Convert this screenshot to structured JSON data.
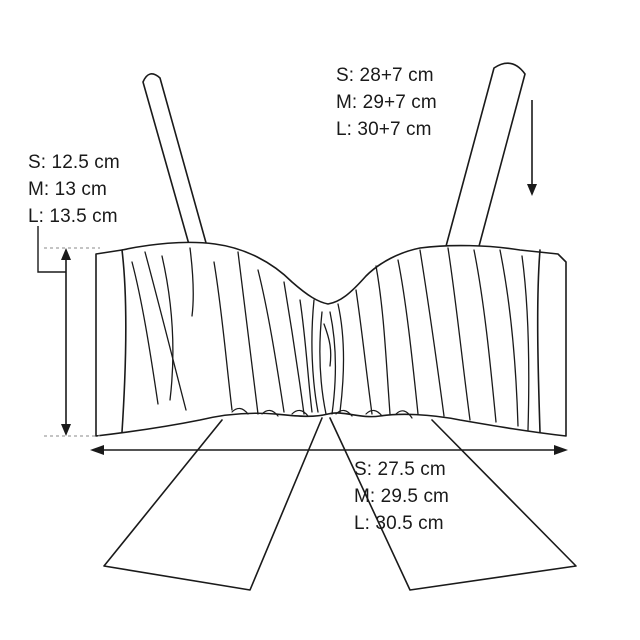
{
  "colors": {
    "line": "#1a1a1a",
    "guide": "#8a8a8a",
    "background": "#ffffff"
  },
  "measurements": {
    "strap_length": {
      "S": "S: 28+7 cm",
      "M": "M: 29+7 cm",
      "L": "L: 30+7 cm"
    },
    "cup_height": {
      "S": "S: 12.5 cm",
      "M": "M: 13 cm",
      "L": "L: 13.5 cm"
    },
    "band_width": {
      "S": "S: 27.5 cm",
      "M": "M: 29.5 cm",
      "L": "L: 30.5 cm"
    }
  }
}
